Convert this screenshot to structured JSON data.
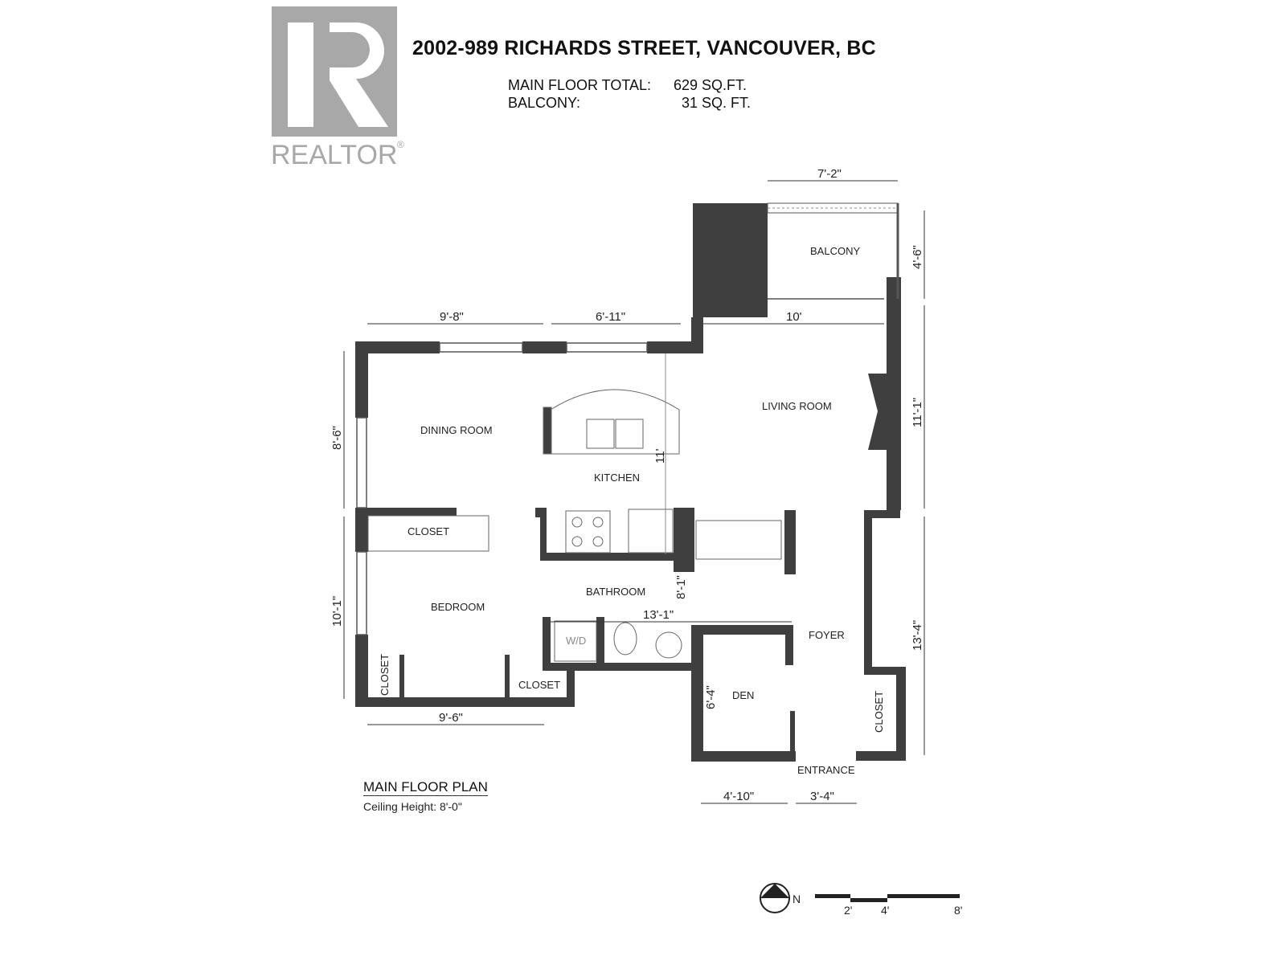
{
  "logo": {
    "text": "REALTOR",
    "mark": "R"
  },
  "header": {
    "title": "2002-989 RICHARDS STREET, VANCOUVER, BC",
    "areas": [
      {
        "label": "MAIN FLOOR TOTAL:",
        "value": "629 SQ.FT."
      },
      {
        "label": "BALCONY:",
        "value": "31 SQ. FT."
      }
    ]
  },
  "rooms": {
    "balcony": "BALCONY",
    "living": "LIVING ROOM",
    "dining": "DINING ROOM",
    "kitchen": "KITCHEN",
    "closet_top": "CLOSET",
    "bedroom": "BEDROOM",
    "bathroom": "BATHROOM",
    "wd": "W/D",
    "closet_left": "CLOSET",
    "closet_bottom": "CLOSET",
    "foyer": "FOYER",
    "den": "DEN",
    "closet_entry": "CLOSET",
    "entrance": "ENTRANCE"
  },
  "dimensions": {
    "balcony_width": "7'-2\"",
    "balcony_depth": "4'-6\"",
    "dining_top": "9'-8\"",
    "kitchen_top": "6'-11\"",
    "living_width": "10'",
    "living_depth": "11'-1\"",
    "dining_depth": "8'-6\"",
    "kitchen_depth": "11'",
    "bedroom_depth": "10'-1\"",
    "bath_depth": "8'-1\"",
    "bath_width": "13'-1\"",
    "foyer_depth": "13'-4\"",
    "bedroom_width": "9'-6\"",
    "den_depth": "6'-4\"",
    "den_width": "4'-10\"",
    "entry_width": "3'-4\""
  },
  "footer": {
    "plan_label": "MAIN FLOOR PLAN",
    "ceiling": "Ceiling Height: 8'-0\"",
    "north": "N",
    "scale_ticks": [
      "2'",
      "4'",
      "8'"
    ]
  }
}
